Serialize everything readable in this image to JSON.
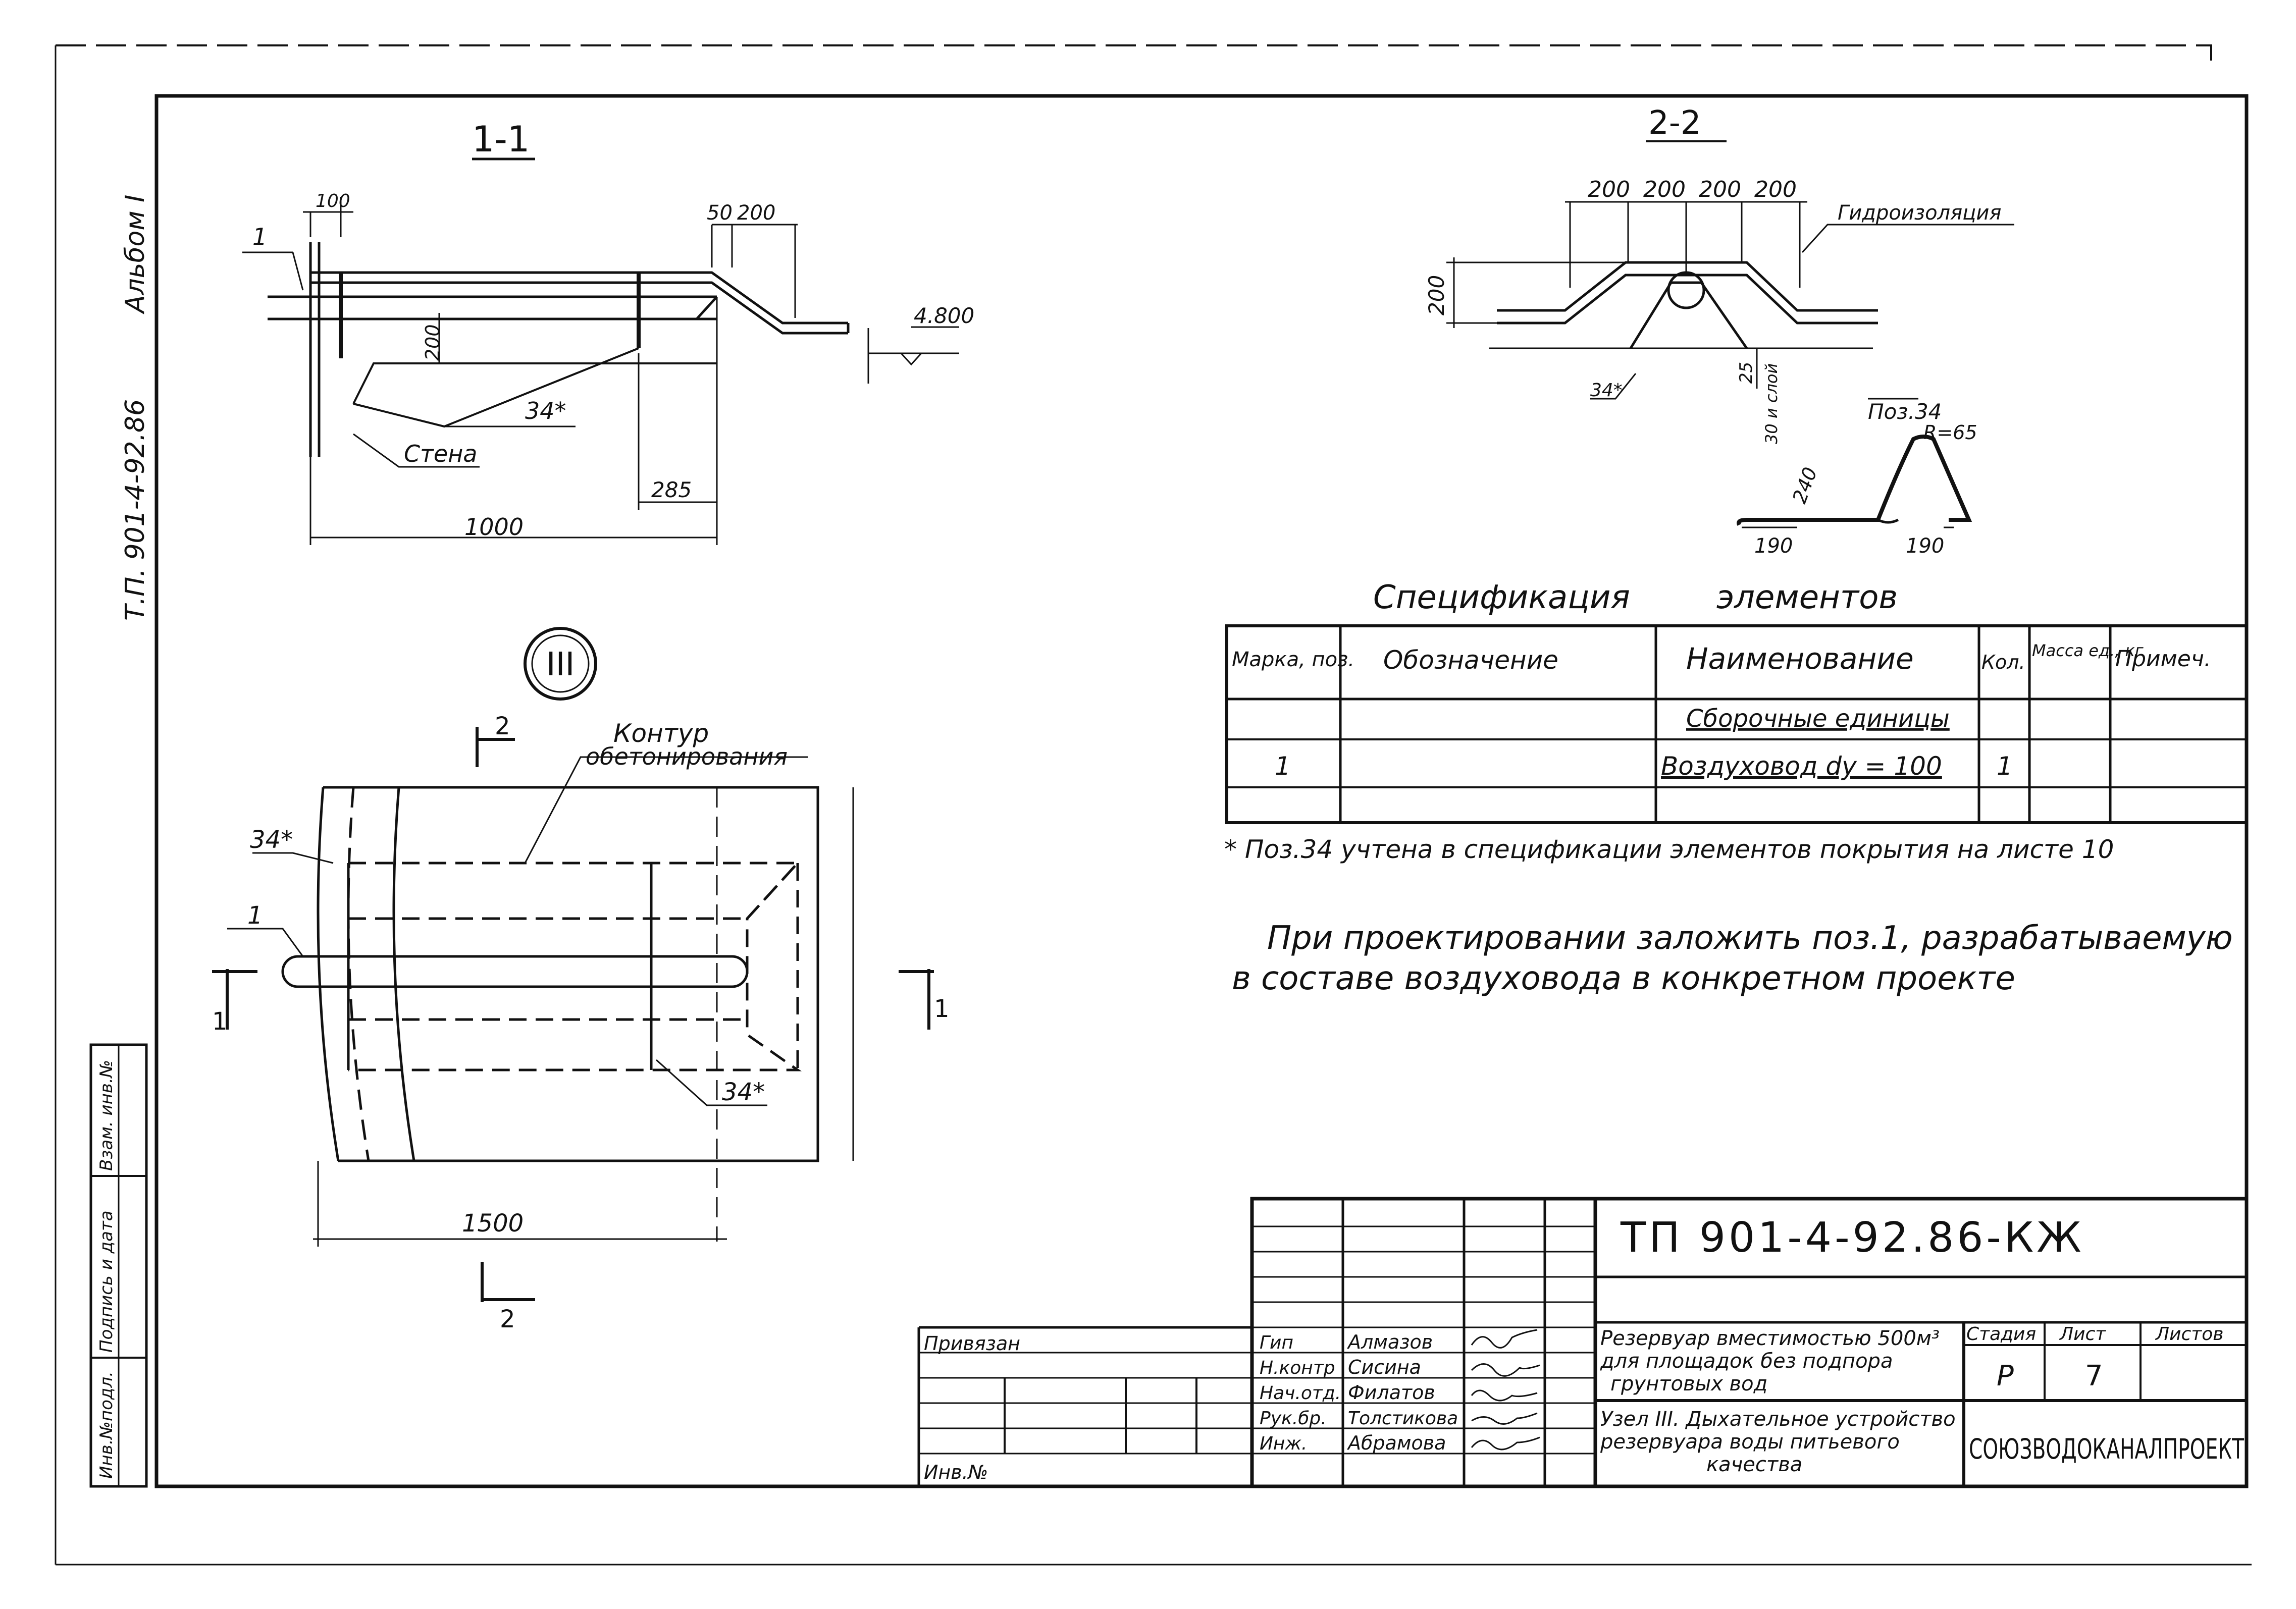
{
  "margin_stamp": {
    "album": "Альбом I",
    "project_code": "Т.П. 901-4-92.86"
  },
  "left_strip": [
    "Инв.№подл.",
    "Подпись и дата",
    "Взам. инв.№"
  ],
  "section_1_1": {
    "title": "1-1",
    "mark_pos1": "1",
    "dim_top1": "100",
    "dim_top2": "50",
    "dim_top3": "200",
    "dim_200": "200",
    "elev": "4.800",
    "mark_34": "34*",
    "wall_label": "Стена",
    "dim_285": "285",
    "dim_1000": "1000"
  },
  "section_2_2": {
    "title": "2-2",
    "dims": [
      "200",
      "200",
      "200",
      "200"
    ],
    "waterproofing": "Гидроизоляция",
    "dim_200v": "200",
    "mark_34": "34*",
    "dim_25": "25",
    "layer_note": "30 и слой",
    "pos34_label": "Поз.34",
    "pos34_radius": "R=65",
    "pos34_dim_240": "240",
    "pos34_dim_190a": "190",
    "pos34_dim_190b": "190"
  },
  "node_mark": "III",
  "plan_view": {
    "contour_line1": "Контур",
    "contour_line2": "обетонирования",
    "mark_34a": "34*",
    "mark_34b": "34*",
    "mark_1": "1",
    "cut_2_top": "2",
    "cut_2_bottom": "2",
    "cut_1_left": "1",
    "cut_1_right": "1",
    "dim_1500": "1500"
  },
  "spec_table": {
    "title_word1": "Спецификация",
    "title_word2": "элементов",
    "headers": [
      "Марка, поз.",
      "Обозначение",
      "Наименование",
      "Кол.",
      "Масса ед., кг",
      "Примеч."
    ],
    "rows": [
      [
        "",
        "",
        "Сборочные единицы",
        "",
        "",
        ""
      ],
      [
        "1",
        "",
        "Воздуховод dу = 100",
        "1",
        "",
        ""
      ],
      [
        "",
        "",
        "",
        "",
        "",
        ""
      ]
    ]
  },
  "footnote": "* Поз.34 учтена в спецификации элементов покрытия на листе 10",
  "note_line1": "При проектировании заложить поз.1, разрабатываемую",
  "note_line2": "в составе воздуховода в конкретном проекте",
  "title_block": {
    "code": "ТП 901-4-92.86-КЖ",
    "privyazan": "Привязан",
    "inv_no": "Инв.№",
    "roles": [
      "Гип",
      "Н.контр",
      "Нач.отд.",
      "Рук.бр.",
      "Инж."
    ],
    "names": [
      "Алмазов",
      "Сисина",
      "Филатов",
      "Толстикова",
      "Абрамова"
    ],
    "object_line1": "Резервуар вместимостью 500м³",
    "object_line2": "для площадок без подпора",
    "object_line3": "грунтовых вод",
    "sheet_line1": "Узел III. Дыхательное устройство",
    "sheet_line2": "резервуара воды питьевого",
    "sheet_line3": "качества",
    "stage_header": "Стадия",
    "sheet_header": "Лист",
    "sheets_header": "Листов",
    "stage": "Р",
    "sheet": "7",
    "sheets": "",
    "organization": "СОЮЗВОДОКАНАЛПРОЕКТ"
  }
}
